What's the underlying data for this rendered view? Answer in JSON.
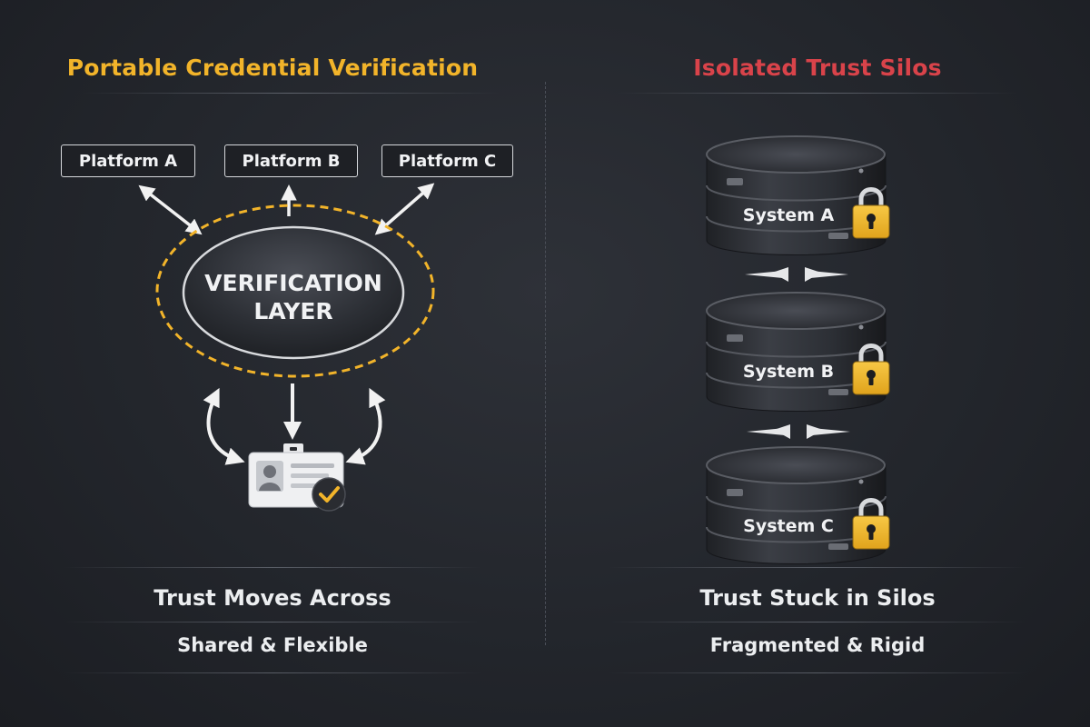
{
  "left": {
    "title": "Portable Credential Verification",
    "platforms": [
      "Platform A",
      "Platform B",
      "Platform C"
    ],
    "center_label_line1": "VERIFICATION",
    "center_label_line2": "LAYER",
    "caption_main": "Trust Moves Across",
    "caption_sub": "Shared & Flexible"
  },
  "right": {
    "title": "Isolated Trust Silos",
    "systems": [
      "System A",
      "System B",
      "System C"
    ],
    "caption_main": "Trust Stuck in Silos",
    "caption_sub": "Fragmented & Rigid"
  },
  "colors": {
    "accent_yellow": "#f2b42a",
    "accent_red": "#d9434a",
    "lock_gold": "#f0b62c"
  },
  "icons": {
    "credential": "id-badge-icon",
    "check": "check-badge-icon",
    "lock": "padlock-icon",
    "database": "server-stack-icon"
  }
}
